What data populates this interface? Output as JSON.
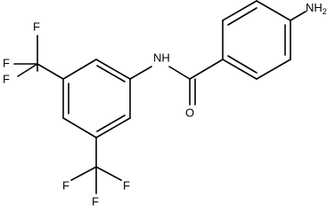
{
  "molecule": {
    "atoms": {
      "F1": "F",
      "F2": "F",
      "F3": "F",
      "F4": "F",
      "F5": "F",
      "F6": "F",
      "NH": "NH",
      "O": "O",
      "NH2_N": "NH",
      "NH2_sub": "2"
    }
  }
}
